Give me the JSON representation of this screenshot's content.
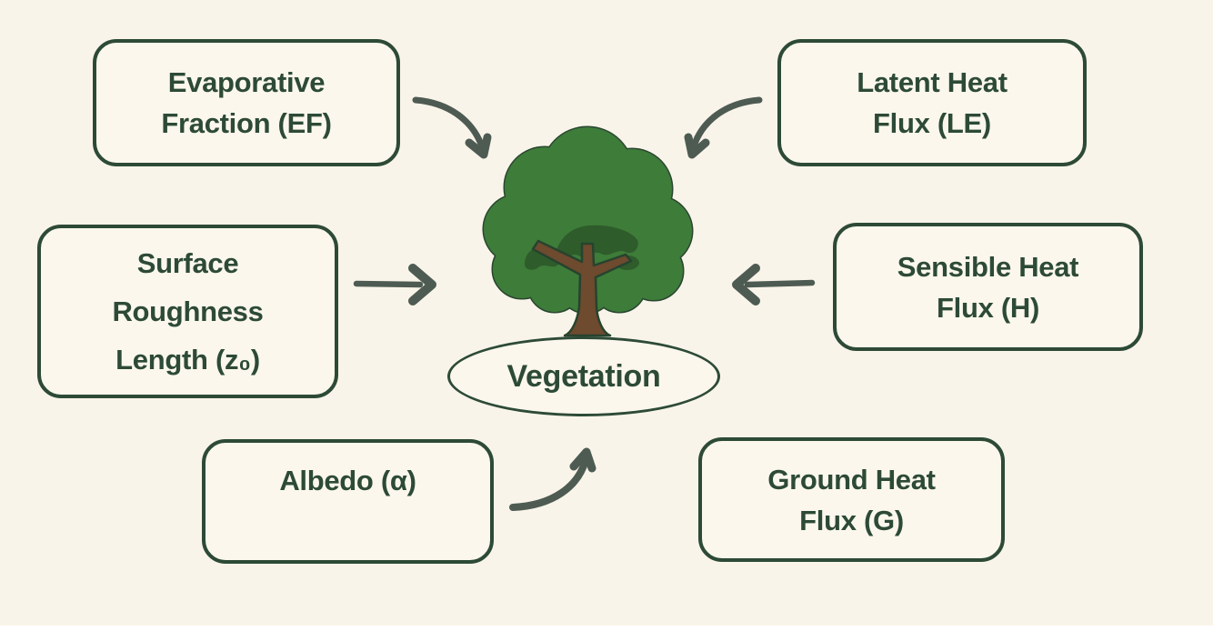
{
  "diagram": {
    "type": "concept-map",
    "center": {
      "label": "Vegetation",
      "illustration": "deciduous-tree"
    },
    "nodes": {
      "ef": {
        "lines": [
          "Evaporative",
          "Fraction (EF)"
        ]
      },
      "le": {
        "lines": [
          "Latent Heat",
          "Flux (LE)"
        ]
      },
      "z0": {
        "lines": [
          "Surface",
          "Roughness",
          "Length (z₀)"
        ]
      },
      "h": {
        "lines": [
          "Sensible Heat",
          "Flux (H)"
        ]
      },
      "albedo": {
        "lines": [
          "Albedo (α)"
        ]
      },
      "g": {
        "lines": [
          "Ground Heat",
          "Flux (G)"
        ]
      }
    },
    "edges": [
      {
        "from": "Evaporative Fraction (EF)",
        "to": "Vegetation",
        "style": "curved-arrow-down-right"
      },
      {
        "from": "Latent Heat Flux (LE)",
        "to": "Vegetation",
        "style": "curved-arrow-down-left"
      },
      {
        "from": "Surface Roughness Length (z₀)",
        "to": "Vegetation",
        "style": "straight-arrow-right"
      },
      {
        "from": "Sensible Heat Flux (H)",
        "to": "Vegetation",
        "style": "straight-arrow-left"
      },
      {
        "from": "Albedo (α)",
        "to": "Vegetation",
        "style": "curved-arrow-up-right"
      }
    ]
  },
  "colors": {
    "bg": "#f9f4e9",
    "node_fill": "#fbf7ec",
    "ink": "#2d4a37",
    "arrow": "#4e5b53",
    "canopy": "#3e7c39",
    "canopy_dark": "#2e5c2b",
    "canopy_outline": "#294630",
    "trunk": "#6e4a2e",
    "trunk_outline": "#27432e",
    "edge_strip": "#ffffff"
  }
}
